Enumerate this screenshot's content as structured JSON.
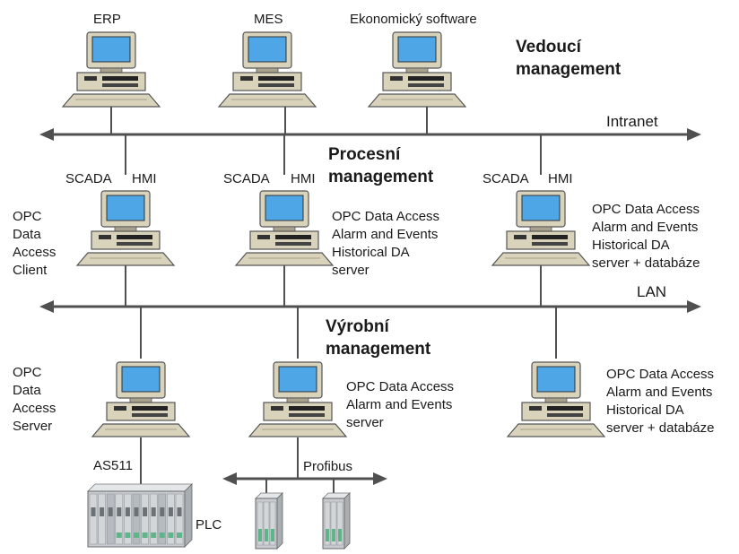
{
  "top": {
    "workstations": [
      {
        "label": "ERP",
        "icon": "computer-icon"
      },
      {
        "label": "MES",
        "icon": "computer-icon"
      },
      {
        "label": "Ekonomický software",
        "icon": "computer-icon"
      }
    ],
    "section_title": "Vedoucí\nmanagement"
  },
  "networks": {
    "intranet_label": "Intranet",
    "lan_label": "LAN",
    "profibus_label": "Profibus"
  },
  "process": {
    "section_title": "Procesní\nmanagement",
    "stations": [
      {
        "tags": [
          "SCADA",
          "HMI"
        ],
        "description": "OPC\nData\nAccess\nClient",
        "icon": "computer-icon"
      },
      {
        "tags": [
          "SCADA",
          "HMI"
        ],
        "description": "OPC Data Access\nAlarm and Events\nHistorical DA\nserver",
        "icon": "computer-icon"
      },
      {
        "tags": [
          "SCADA",
          "HMI"
        ],
        "description": "OPC Data Access\nAlarm and Events\nHistorical DA\nserver + databáze",
        "icon": "computer-icon"
      }
    ]
  },
  "production": {
    "section_title": "Výrobní\nmanagement",
    "stations": [
      {
        "description": "OPC\nData\nAccess\nServer",
        "icon": "computer-icon"
      },
      {
        "description": "OPC Data Access\nAlarm and Events\nserver",
        "icon": "computer-icon"
      },
      {
        "description": "OPC Data Access\nAlarm and Events\nHistorical DA\nserver + databáze",
        "icon": "computer-icon"
      }
    ]
  },
  "field": {
    "as511_label": "AS511",
    "plc_label": "PLC",
    "devices": [
      "plc-rack-icon",
      "profibus-module-icon",
      "profibus-module-icon"
    ]
  },
  "colors": {
    "line": "#505050",
    "screen": "#4ea6e6",
    "casing": "#d9d3bc",
    "casing_dark": "#a8a28c",
    "plc": "#c8ccd0",
    "plc_green": "#5fb48a"
  }
}
